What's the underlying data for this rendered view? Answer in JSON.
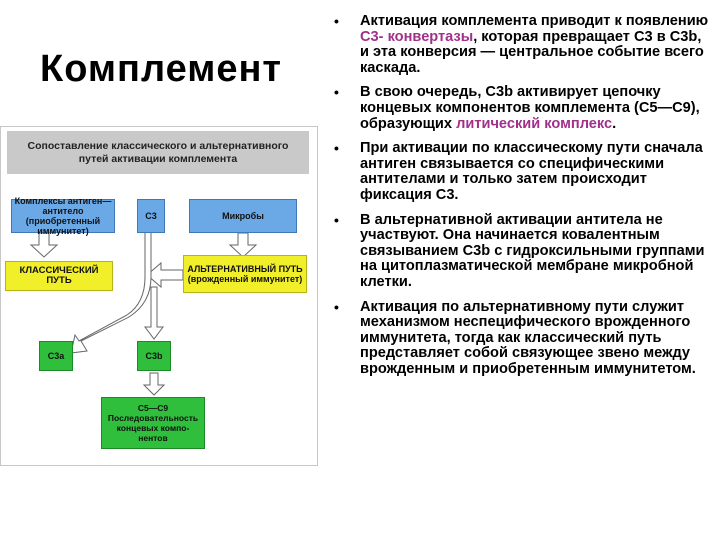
{
  "title": "Комплемент",
  "bullets": [
    {
      "before": "Активация комплемента приводит к появлению ",
      "accent": "C3- конвертазы",
      "after": ", которая превращает C3 в C3b, и эта конверсия — центральное событие всего каскада."
    },
    {
      "before": "В свою очередь, C3b активирует цепочку концевых компонентов комплемента (C5—C9), образующих ",
      "accent": "литический комплекс",
      "after": "."
    },
    {
      "before": "При активации по классическому пути сначала антиген связывается со специфическими антителами и только затем происходит фиксация C3.",
      "accent": "",
      "after": ""
    },
    {
      "before": "В альтернативной активации антитела не участвуют. Она начинается ковалентным связыванием C3b с гидроксильными группами на цитоплазматической мембране микробной клетки.",
      "accent": "",
      "after": ""
    },
    {
      "before": "Активация по альтернативному пути служит механизмом неспецифического врожденного иммунитета, тогда как классический путь представляет собой связующее звено между врожденным и приобретенным иммунитетом.",
      "accent": "",
      "after": ""
    }
  ],
  "figure": {
    "header": "Сопоставление классического и альтернативного путей активации комплемента",
    "complexes": "Комплексы антиген—антитело (приобретенный иммунитет)",
    "c3": "С3",
    "microbes": "Микробы",
    "classical": "КЛАССИЧЕСКИЙ ПУТЬ",
    "alternative": "АЛЬТЕРНАТИВНЫЙ ПУТЬ (врожденный иммунитет)",
    "c3a": "С3а",
    "c3b": "С3b",
    "c5c9": "С5—С9 Последовательность концевых компо-нентов",
    "colors": {
      "blue": "#6aa8e6",
      "yellow": "#f1ef2a",
      "green": "#2fbf3c",
      "arrow": "#ffffff"
    }
  }
}
